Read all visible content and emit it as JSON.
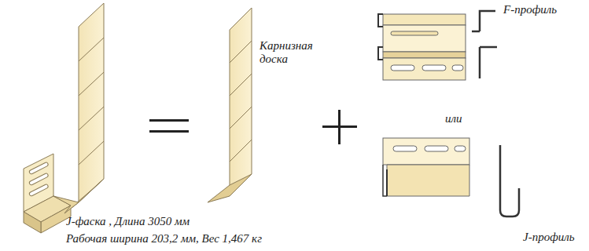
{
  "diagram": {
    "labels": [
      "Карнизная доска",
      "F-профиль",
      "или",
      "J-профиль",
      "J-фаска , Длина 3050 мм",
      "Рабочая ширина 203,2 мм, Вес 1,467 кг"
    ]
  }
}
